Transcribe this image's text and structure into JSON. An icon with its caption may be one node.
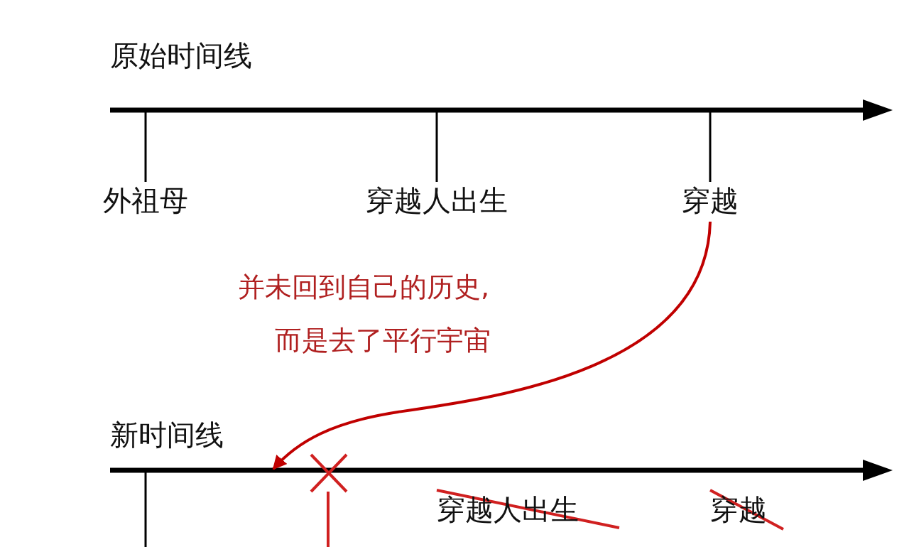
{
  "diagram": {
    "nodes": [
      {
        "text": [
          "外祖母"
        ]
      },
      {
        "text": [
          "穿越人出生"
        ]
      },
      {
        "text": [
          "穿越"
        ]
      },
      {
        "text": [],
        "shape": "bar"
      }
    ],
    "edges": [
      {
        "from": 2,
        "to": null,
        "arrow": "to",
        "color": "#c00000"
      },
      {
        "from": 3,
        "to": 0,
        "arrow": "none"
      },
      {
        "from": 3,
        "to": 1,
        "arrow": "none"
      },
      {
        "from": 3,
        "to": 2,
        "arrow": "none"
      }
    ],
    "labels": [
      "原始时间线",
      "并未回到自己的历史,",
      "而是去了平行宇宙",
      "新时间线",
      "穿越人出生",
      "穿越"
    ]
  }
}
